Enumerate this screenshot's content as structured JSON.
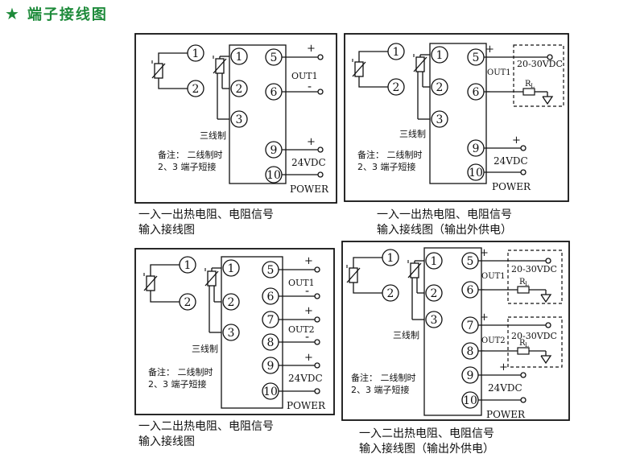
{
  "header": {
    "title": "端子接线图",
    "icon": "star-icon",
    "color": "#1d8a3a"
  },
  "captions": {
    "d1": [
      "一入一出热电阻、电阻信号",
      "输入接线图"
    ],
    "d2": [
      "一入一出热电阻、电阻信号",
      "输入接线图（输出外供电）"
    ],
    "d3": [
      "一入二出热电阻、电阻信号",
      "输入接线图"
    ],
    "d4": [
      "一入二出热电阻、电阻信号",
      "输入接线图（输出外供电）"
    ]
  },
  "labels": {
    "three_wire": "三线制",
    "note_line1": "备注：  二线制时",
    "note_line2": "2、3   端子短接",
    "out1": "OUT1",
    "out2": "OUT2",
    "power_v": "24VDC",
    "power": "POWER",
    "supply": "20-30VDC",
    "load_r": "R",
    "load_sub": "L",
    "plus": "+",
    "minus": "-"
  },
  "terminals": [
    "1",
    "2",
    "3",
    "5",
    "6",
    "7",
    "8",
    "9",
    "10"
  ]
}
